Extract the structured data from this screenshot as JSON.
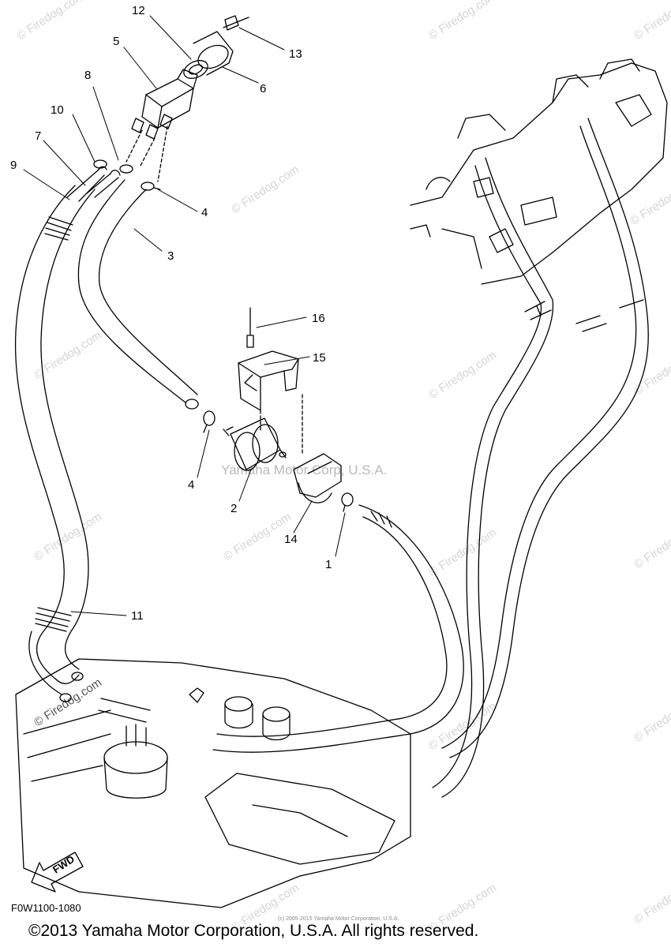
{
  "callouts": [
    {
      "key": "12",
      "text": "12"
    },
    {
      "key": "13",
      "text": "13"
    },
    {
      "key": "5",
      "text": "5"
    },
    {
      "key": "6",
      "text": "6"
    },
    {
      "key": "8",
      "text": "8"
    },
    {
      "key": "10",
      "text": "10"
    },
    {
      "key": "7",
      "text": "7"
    },
    {
      "key": "9",
      "text": "9"
    },
    {
      "key": "4a",
      "text": "4"
    },
    {
      "key": "3",
      "text": "3"
    },
    {
      "key": "16",
      "text": "16"
    },
    {
      "key": "15",
      "text": "15"
    },
    {
      "key": "4b",
      "text": "4"
    },
    {
      "key": "2",
      "text": "2"
    },
    {
      "key": "14",
      "text": "14"
    },
    {
      "key": "1",
      "text": "1"
    },
    {
      "key": "11",
      "text": "11"
    }
  ],
  "watermark": {
    "site": "© Firedog.com",
    "center": "Yamaha Motor Corp, U.S.A.",
    "tiny": "(c) 2005-2015 Yamaha Motor Corporation, U.S.A."
  },
  "fwd_label": "FWD",
  "drawing_code": "F0W1100-1080",
  "copyright": "©2013 Yamaha Motor Corporation, U.S.A. All rights reserved."
}
